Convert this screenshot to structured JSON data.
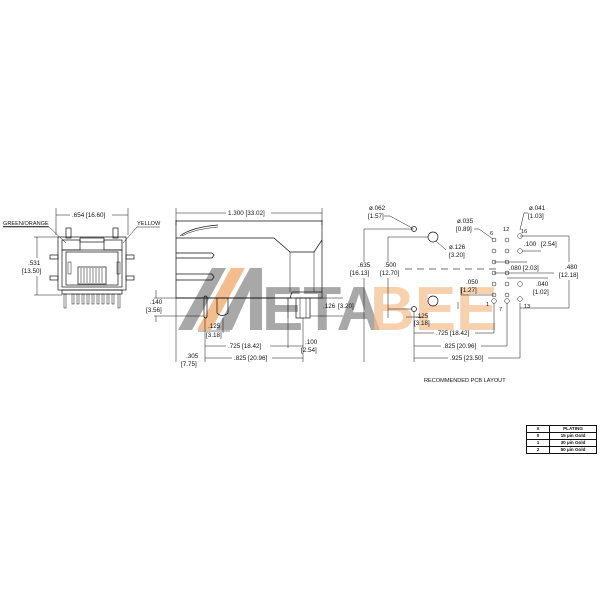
{
  "watermark": {
    "text": "METABEE",
    "color_primary": "#9a9a9a",
    "color_accent": "#f2b27a"
  },
  "front_view": {
    "label_left": "GREEN/ORANGE",
    "label_right": "YELLOW",
    "width_dim": ".654 [16.60]",
    "height_dim_in": ".531",
    "height_dim_mm": "[13.50]"
  },
  "side_view": {
    "length_dim": "1.300 [33.02]",
    "standoff_in": ".140",
    "standoff_mm": "[3.56]",
    "peg_dia_in": ".125",
    "peg_dia_mm": "[3.18]",
    "pin_span_1": ".725 [18.42]",
    "pin_span_2": ".825 [20.96]",
    "pitch_in": ".100",
    "pitch_mm": "[2.54]",
    "front_offset_in": ".305",
    "front_offset_mm": "[7.75]",
    "tail_in": ".126",
    "tail_mm": "[3.20]"
  },
  "pcb_layout": {
    "title": "RECOMMENDED PCB LAYOUT",
    "hole_062_in": "ø.062",
    "hole_062_mm": "[1.57]",
    "hole_126_in": "ø.126",
    "hole_126_mm": "[3.20]",
    "hole_035_in": "ø.035",
    "hole_035_mm": "[0.89]",
    "hole_041_in": "ø.041",
    "hole_041_mm": "[1.03]",
    "dim_635_in": ".635",
    "dim_635_mm": "[16.13]",
    "dim_500_in": ".500",
    "dim_500_mm": "[12.70]",
    "dim_100": ".100",
    "dim_100_mm": "[2.54]",
    "dim_080": ".080 [2.03]",
    "dim_050_in": ".050",
    "dim_050_mm": "[1.27]",
    "dim_040_in": ".040",
    "dim_040_mm": "[1.02]",
    "dim_480_in": ".480",
    "dim_480_mm": "[12.18]",
    "dim_125_in": ".125",
    "dim_125_mm": "[3.18]",
    "dim_725": ".725 [18.42]",
    "dim_825": ".825 [20.96]",
    "dim_925": ".925 [23.50]",
    "pin_labels": {
      "p6": "6",
      "p12": "12",
      "p16": "16",
      "p1": "1",
      "p7": "7",
      "p13": "13"
    }
  },
  "plating_table": {
    "headers": [
      "X",
      "PLATING"
    ],
    "rows": [
      [
        "0",
        "15 µin Gold"
      ],
      [
        "1",
        "30 µin Gold"
      ],
      [
        "2",
        "50 µin Gold"
      ]
    ]
  }
}
